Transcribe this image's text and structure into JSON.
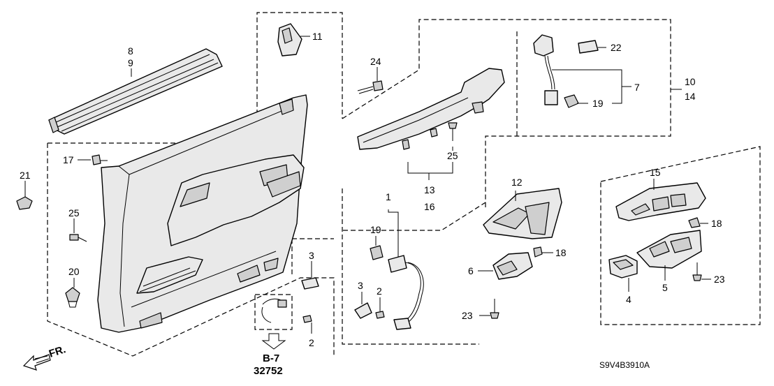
{
  "diagram_code": "S9V4B3910A",
  "reference": {
    "page": "B-7",
    "part_number": "32752"
  },
  "direction": "FR.",
  "callouts": {
    "c1": "1",
    "c2a": "2",
    "c2b": "2",
    "c3a": "3",
    "c3b": "3",
    "c4": "4",
    "c5": "5",
    "c6": "6",
    "c7": "7",
    "c8": "8",
    "c9": "9",
    "c10": "10",
    "c11": "11",
    "c12": "12",
    "c13": "13",
    "c14": "14",
    "c15": "15",
    "c16": "16",
    "c17": "17",
    "c18a": "18",
    "c18b": "18",
    "c19a": "19",
    "c19b": "19",
    "c20": "20",
    "c21": "21",
    "c22": "22",
    "c23a": "23",
    "c23b": "23",
    "c24": "24",
    "c25a": "25",
    "c25b": "25"
  }
}
